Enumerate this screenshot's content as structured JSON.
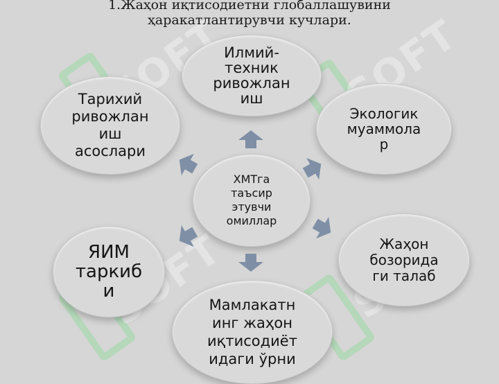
{
  "title": {
    "line1": "1.Жаҳон иқтисодиетни глобаллашувини",
    "line2": "ҳаракатлантирувчи кучлари."
  },
  "center": {
    "text": "ХМТга\nтаъсир\nэтувчи\nомиллар"
  },
  "nodes": {
    "top": "Илмий-\nтехник\nривожлан\nиш",
    "top_left": "Тарихий\nривожлан\nиш\nасослари",
    "top_right": "Экологик\nмуаммола\nр",
    "left": "ЯИМ\nтаркиб\nи",
    "right": "Жаҳон\nбозорида\nги талаб",
    "bottom": "Мамлакатн\nинг жаҳон\nиқтисодиёт\nидаги ўрни"
  },
  "watermark": {
    "text": "SOFT"
  },
  "colors": {
    "arrow": "#7f8fa6",
    "background": "#d6d6d6"
  }
}
